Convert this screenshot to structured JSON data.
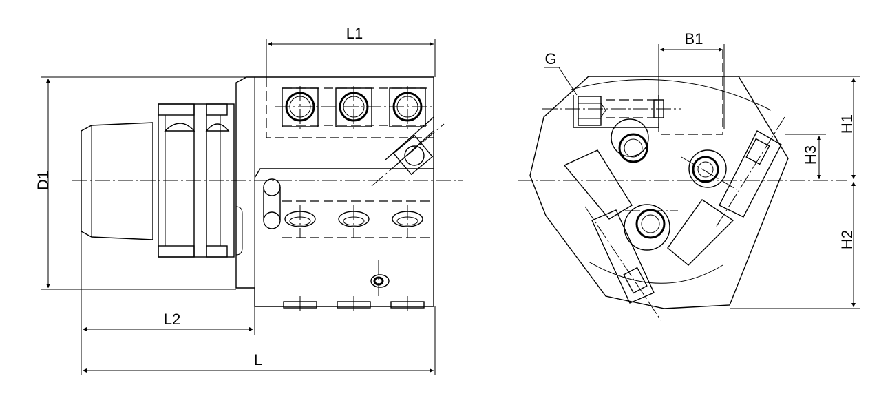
{
  "labels": {
    "d1": "D1",
    "l1": "L1",
    "l2": "L2",
    "l": "L",
    "g": "G",
    "b1": "B1",
    "h1": "H1",
    "h2": "H2",
    "h3": "H3"
  }
}
